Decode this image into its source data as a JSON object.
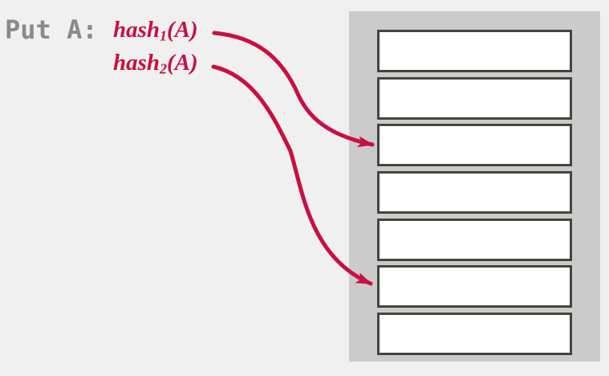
{
  "colors": {
    "background": "#f0f0f0",
    "panel": "#cbcbcb",
    "cell_fill": "#ffffff",
    "cell_border": "#45453f",
    "accent": "#c80f42",
    "label_gray": "#8a8a8a"
  },
  "operation": {
    "label": "Put A:"
  },
  "hash_functions": [
    {
      "base": "hash",
      "subscript": "1",
      "argument": "(A)",
      "target_slot": 3
    },
    {
      "base": "hash",
      "subscript": "2",
      "argument": "(A)",
      "target_slot": 6
    }
  ],
  "hash_table": {
    "slot_count": 7,
    "arrow_target_slots": [
      3,
      6
    ]
  }
}
